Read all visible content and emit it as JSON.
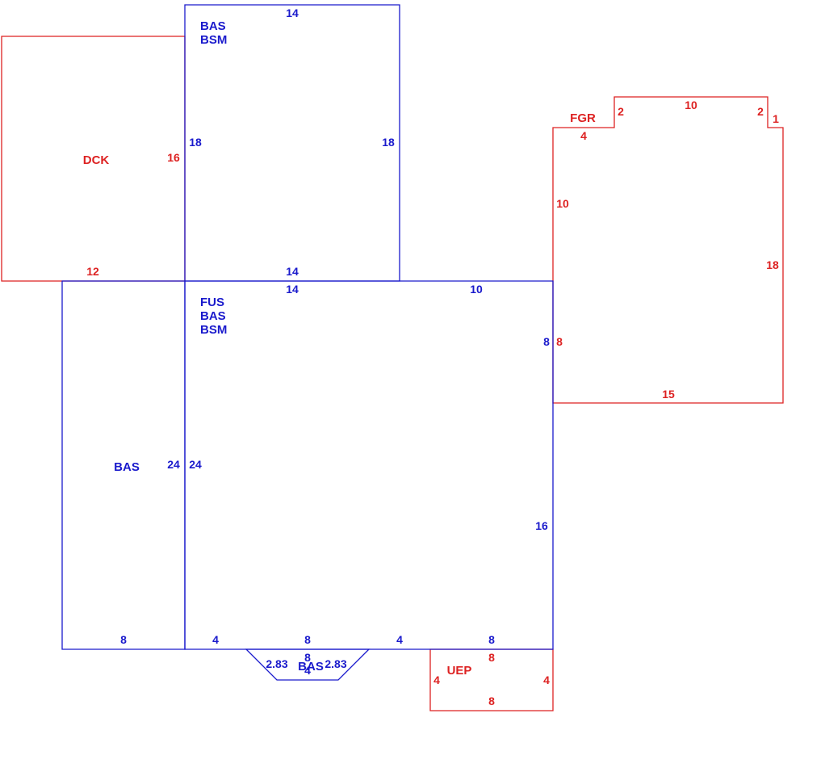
{
  "colors": {
    "living": "#1a1acc",
    "other": "#dd2222"
  },
  "areas": {
    "upper": {
      "codes": [
        "BAS",
        "BSM"
      ]
    },
    "main": {
      "codes": [
        "FUS",
        "BAS",
        "BSM"
      ]
    },
    "left": {
      "codes": [
        "BAS"
      ]
    },
    "bay": {
      "codes": [
        "BAS"
      ]
    },
    "deck": {
      "codes": [
        "DCK"
      ]
    },
    "garage": {
      "codes": [
        "FGR"
      ]
    },
    "porch": {
      "codes": [
        "UEP"
      ]
    }
  },
  "dimensions": {
    "upper": {
      "top": "14",
      "left": "18",
      "right": "18",
      "bottom": "14"
    },
    "main": {
      "top_left": "14",
      "top_right": "10",
      "left": "24",
      "right_upper": "8",
      "right_lower": "16",
      "bottom_1": "4",
      "bottom_2": "8",
      "bottom_3": "4",
      "bottom_4": "8"
    },
    "left": {
      "right": "24",
      "bottom": "8"
    },
    "bay": {
      "side_left": "2.83",
      "side_right": "2.83",
      "front": "8",
      "back": "4"
    },
    "deck": {
      "right": "16",
      "bottom": "12"
    },
    "garage": {
      "step_left": "4",
      "notch_left": "2",
      "top": "10",
      "notch_right": "2",
      "step_right": "1",
      "left": "10",
      "left_lower": "8",
      "right": "18",
      "bottom": "15"
    },
    "porch": {
      "top": "8",
      "left": "4",
      "right": "4",
      "bottom": "8"
    }
  }
}
